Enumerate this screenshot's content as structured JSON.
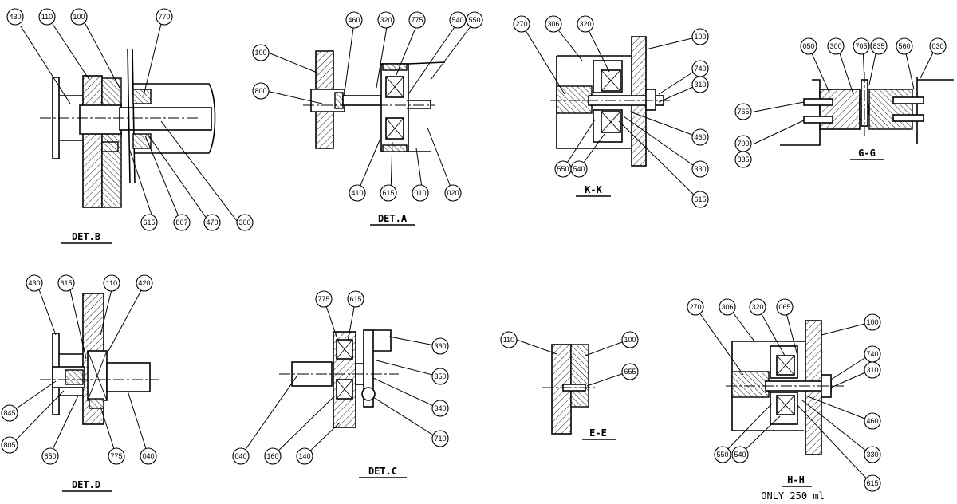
{
  "colors": {
    "ink": "#000000",
    "paper": "#ffffff"
  },
  "titles": {
    "det_b": "DET.B",
    "det_a": "DET.A",
    "kk": "K-K",
    "gg": "G-G",
    "det_d": "DET.D",
    "det_c": "DET.C",
    "ee": "E-E",
    "hh": "H-H",
    "hh_note": "ONLY 250 ml"
  },
  "labels": {
    "b1": "430",
    "b2": "110",
    "b3": "100",
    "b4": "770",
    "b5": "615",
    "b6": "807",
    "b7": "470",
    "b8": "300",
    "a1": "460",
    "a2": "320",
    "a3": "775",
    "a4": "540",
    "a5": "550",
    "a6": "100",
    "a7": "800",
    "a8": "410",
    "a9": "615",
    "a10": "010",
    "a11": "020",
    "k1": "270",
    "k2": "306",
    "k3": "320",
    "k4": "100",
    "k5": "740",
    "k6": "310",
    "k7": "460",
    "k8": "330",
    "k9": "615",
    "k10": "550",
    "k11": "540",
    "g1": "050",
    "g2": "300",
    "g3": "705",
    "g4": "835",
    "g5": "560",
    "g6": "030",
    "g7": "765",
    "g8": "700",
    "g9": "835",
    "d1": "430",
    "d2": "615",
    "d3": "110",
    "d4": "420",
    "d5": "845",
    "d6": "805",
    "d7": "850",
    "d8": "775",
    "d9": "040",
    "c1": "775",
    "c2": "615",
    "c3": "360",
    "c4": "350",
    "c5": "340",
    "c6": "710",
    "c7": "040",
    "c8": "160",
    "c9": "140",
    "e1": "110",
    "e2": "100",
    "e3": "655",
    "h1": "270",
    "h2": "306",
    "h3": "320",
    "h4": "065",
    "h5": "100",
    "h6": "740",
    "h7": "310",
    "h8": "460",
    "h9": "330",
    "h10": "615",
    "h11": "550",
    "h12": "540"
  }
}
